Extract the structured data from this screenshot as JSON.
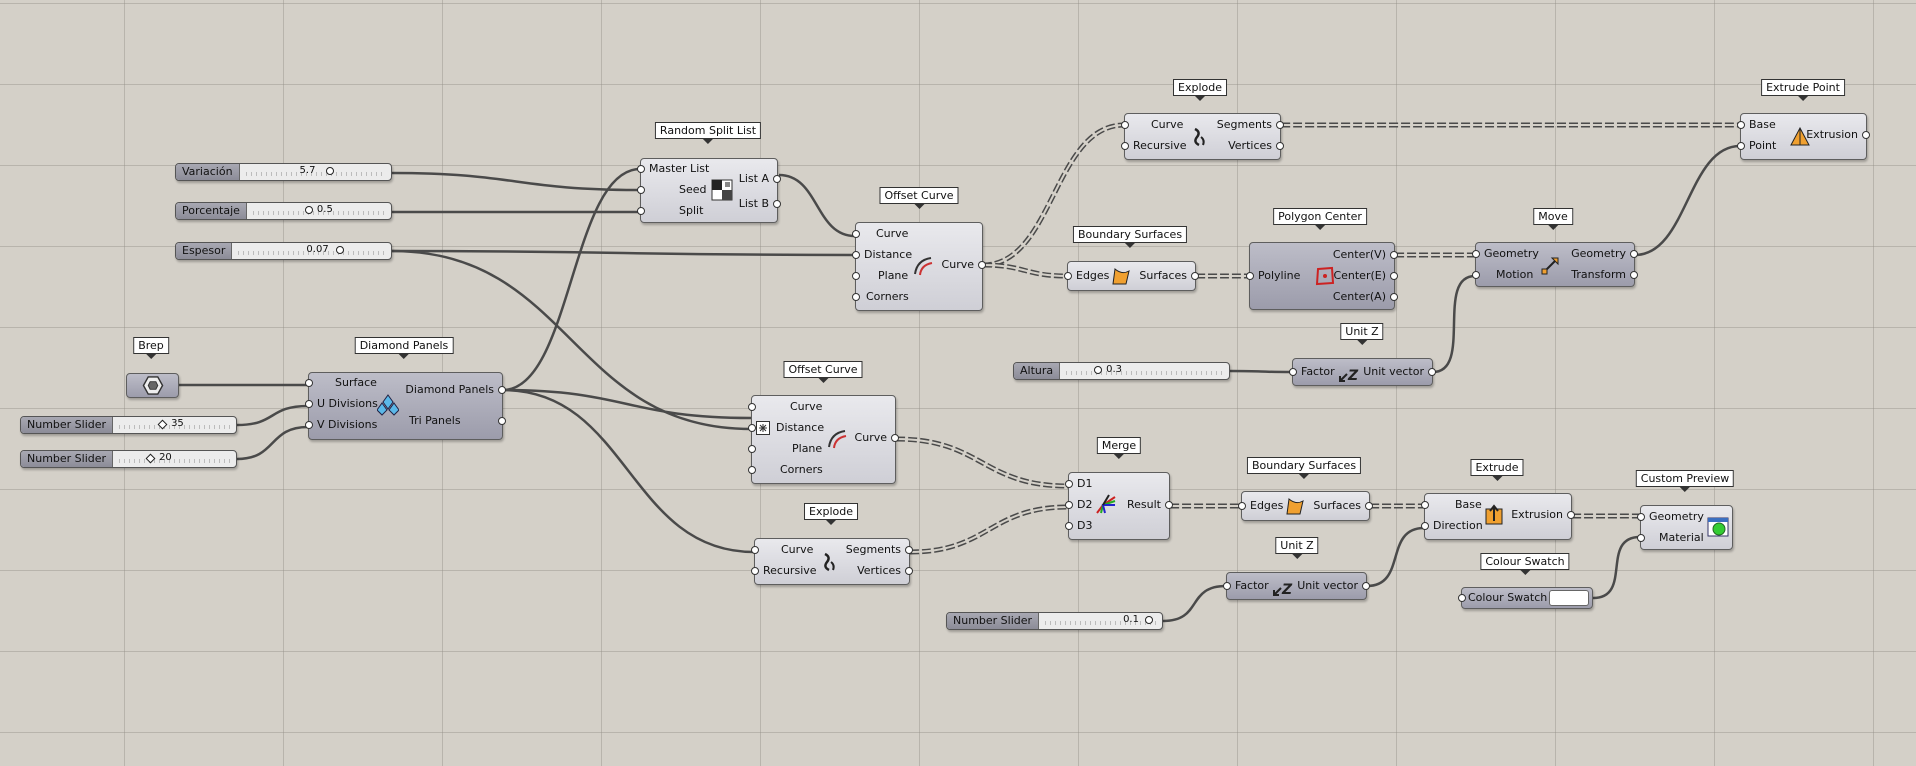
{
  "nodes": {
    "random_split": {
      "title": "Random Split List",
      "inputs": [
        "Master List",
        "Seed",
        "Split"
      ],
      "outputs": [
        "List A",
        "List B"
      ]
    },
    "offset1": {
      "title": "Offset Curve",
      "inputs": [
        "Curve",
        "Distance",
        "Plane",
        "Corners"
      ],
      "outputs": [
        "Curve"
      ]
    },
    "explode1": {
      "title": "Explode",
      "inputs": [
        "Curve",
        "Recursive"
      ],
      "outputs": [
        "Segments",
        "Vertices"
      ]
    },
    "extrude_point": {
      "title": "Extrude Point",
      "inputs": [
        "Base",
        "Point"
      ],
      "outputs": [
        "Extrusion"
      ]
    },
    "boundary1": {
      "title": "Boundary Surfaces",
      "inputs": [
        "Edges"
      ],
      "outputs": [
        "Surfaces"
      ]
    },
    "polygon_center": {
      "title": "Polygon Center",
      "inputs": [
        "Polyline"
      ],
      "outputs": [
        "Center(V)",
        "Center(E)",
        "Center(A)"
      ]
    },
    "move": {
      "title": "Move",
      "inputs": [
        "Geometry",
        "Motion"
      ],
      "outputs": [
        "Geometry",
        "Transform"
      ]
    },
    "unitz1": {
      "title": "Unit Z",
      "inputs": [
        "Factor"
      ],
      "outputs": [
        "Unit vector"
      ]
    },
    "brep": {
      "title": "Brep"
    },
    "diamond": {
      "title": "Diamond Panels",
      "inputs": [
        "Surface",
        "U Divisions",
        "V Divisions"
      ],
      "outputs": [
        "Diamond Panels",
        "Tri Panels"
      ]
    },
    "offset2": {
      "title": "Offset Curve",
      "inputs": [
        "Curve",
        "Distance",
        "Plane",
        "Corners"
      ],
      "outputs": [
        "Curve"
      ]
    },
    "explode2": {
      "title": "Explode",
      "inputs": [
        "Curve",
        "Recursive"
      ],
      "outputs": [
        "Segments",
        "Vertices"
      ]
    },
    "merge": {
      "title": "Merge",
      "inputs": [
        "D1",
        "D2",
        "D3"
      ],
      "outputs": [
        "Result"
      ]
    },
    "boundary2": {
      "title": "Boundary Surfaces",
      "inputs": [
        "Edges"
      ],
      "outputs": [
        "Surfaces"
      ]
    },
    "extrude": {
      "title": "Extrude",
      "inputs": [
        "Base",
        "Direction"
      ],
      "outputs": [
        "Extrusion"
      ]
    },
    "unitz2": {
      "title": "Unit Z",
      "inputs": [
        "Factor"
      ],
      "outputs": [
        "Unit vector"
      ]
    },
    "custom_preview": {
      "title": "Custom Preview",
      "inputs": [
        "Geometry",
        "Material"
      ]
    },
    "colour_swatch": {
      "title": "Colour Swatch",
      "label": "Colour Swatch"
    }
  },
  "sliders": {
    "variacion": {
      "name": "Variación",
      "value": "5.7"
    },
    "porcentaje": {
      "name": "Porcentaje",
      "value": "0.5"
    },
    "espesor": {
      "name": "Espesor",
      "value": "0.07"
    },
    "altura": {
      "name": "Altura",
      "value": "0.3"
    },
    "u_div": {
      "name": "Number Slider",
      "value": "35"
    },
    "v_div": {
      "name": "Number Slider",
      "value": "20"
    },
    "factor": {
      "name": "Number Slider",
      "value": "0.1"
    }
  },
  "colors": {
    "canvas": "#d4d0c8",
    "wire": "#4a4a4a",
    "node": "#d8d8de",
    "node_dark": "#a4a4b2"
  }
}
